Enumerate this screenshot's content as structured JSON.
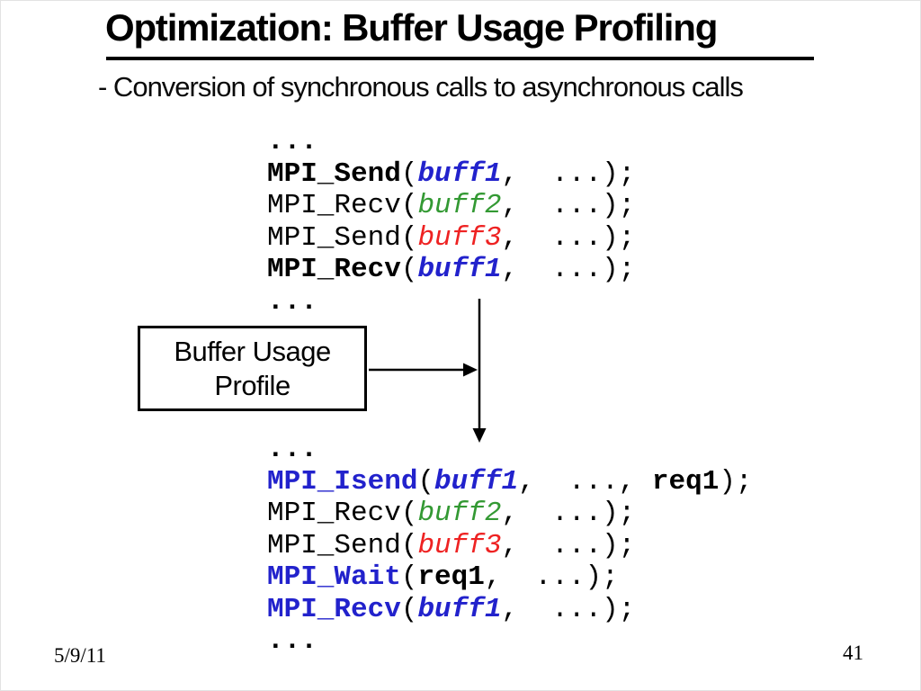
{
  "slide": {
    "title": "Optimization: Buffer Usage Profiling",
    "subtitle": "- Conversion of synchronous calls to asynchronous calls",
    "footer": {
      "date": "5/9/11",
      "page_number": "41"
    }
  },
  "colors": {
    "black": "#000000",
    "blue": "#2222CC",
    "green": "#339933",
    "red": "#EE2222"
  },
  "flow_box": {
    "line1": "Buffer Usage",
    "line2": "Profile"
  },
  "diagram": {
    "down_arrow": "flow from synchronous code to asynchronous code",
    "right_arrow": "buffer usage profile feeds transformation"
  },
  "code_before": {
    "lines": [
      [
        {
          "t": "...",
          "b": true
        }
      ],
      [
        {
          "t": "MPI_Send",
          "b": true
        },
        {
          "t": "("
        },
        {
          "t": "buff1",
          "c": "blue",
          "b": true,
          "i": true
        },
        {
          "t": ",  ...);"
        }
      ],
      [
        {
          "t": "MPI_Recv"
        },
        {
          "t": "("
        },
        {
          "t": "buff2",
          "c": "green",
          "i": true
        },
        {
          "t": ",  ...);"
        }
      ],
      [
        {
          "t": "MPI_Send"
        },
        {
          "t": "("
        },
        {
          "t": "buff3",
          "c": "red",
          "i": true
        },
        {
          "t": ",  ...);"
        }
      ],
      [
        {
          "t": "MPI_Recv",
          "b": true
        },
        {
          "t": "("
        },
        {
          "t": "buff1",
          "c": "blue",
          "b": true,
          "i": true
        },
        {
          "t": ",  ...);"
        }
      ],
      [
        {
          "t": "...",
          "b": true
        }
      ]
    ]
  },
  "code_after": {
    "lines": [
      [
        {
          "t": "...",
          "b": true
        }
      ],
      [
        {
          "t": "MPI_Isend",
          "c": "blue",
          "b": true
        },
        {
          "t": "("
        },
        {
          "t": "buff1",
          "c": "blue",
          "b": true,
          "i": true
        },
        {
          "t": ",  ..., "
        },
        {
          "t": "req1",
          "b": true
        },
        {
          "t": ");"
        }
      ],
      [
        {
          "t": "MPI_Recv"
        },
        {
          "t": "("
        },
        {
          "t": "buff2",
          "c": "green",
          "i": true
        },
        {
          "t": ",  ...);"
        }
      ],
      [
        {
          "t": "MPI_Send"
        },
        {
          "t": "("
        },
        {
          "t": "buff3",
          "c": "red",
          "i": true
        },
        {
          "t": ",  ...);"
        }
      ],
      [
        {
          "t": "MPI_Wait",
          "c": "blue",
          "b": true
        },
        {
          "t": "("
        },
        {
          "t": "req1",
          "b": true
        },
        {
          "t": ",  ...);"
        }
      ],
      [
        {
          "t": "MPI_Recv",
          "c": "blue",
          "b": true
        },
        {
          "t": "("
        },
        {
          "t": "buff1",
          "c": "blue",
          "b": true,
          "i": true
        },
        {
          "t": ",  ...);"
        }
      ],
      [
        {
          "t": "...",
          "b": true
        }
      ]
    ]
  }
}
